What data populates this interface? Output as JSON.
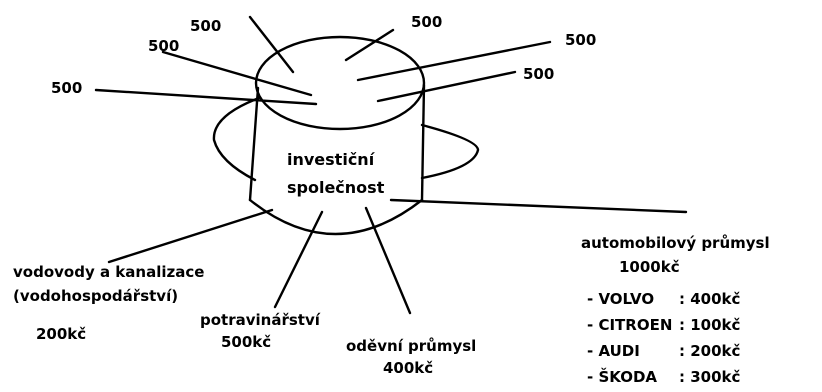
{
  "inputs": [
    {
      "amount": "500"
    },
    {
      "amount": "500"
    },
    {
      "amount": "500"
    },
    {
      "amount": "500"
    },
    {
      "amount": "500"
    },
    {
      "amount": "500"
    }
  ],
  "center": {
    "line1": "investiční",
    "line2": "společnost"
  },
  "water": {
    "line1": "vodovody a kanalizace",
    "line2": "(vodohospodářství)",
    "amount": "200kč"
  },
  "food": {
    "name": "potravinářství",
    "amount": "500kč"
  },
  "clothing": {
    "name": "oděvní průmysl",
    "amount": "400kč"
  },
  "auto": {
    "name": "automobilový průmysl",
    "amount": "1000kč",
    "items": [
      {
        "brand": "- VOLVO",
        "value": ": 400kč"
      },
      {
        "brand": "- CITROEN",
        "value": ": 100kč"
      },
      {
        "brand": "- AUDI",
        "value": ": 200kč"
      },
      {
        "brand": "- ŠKODA",
        "value": ": 300kč"
      }
    ]
  }
}
